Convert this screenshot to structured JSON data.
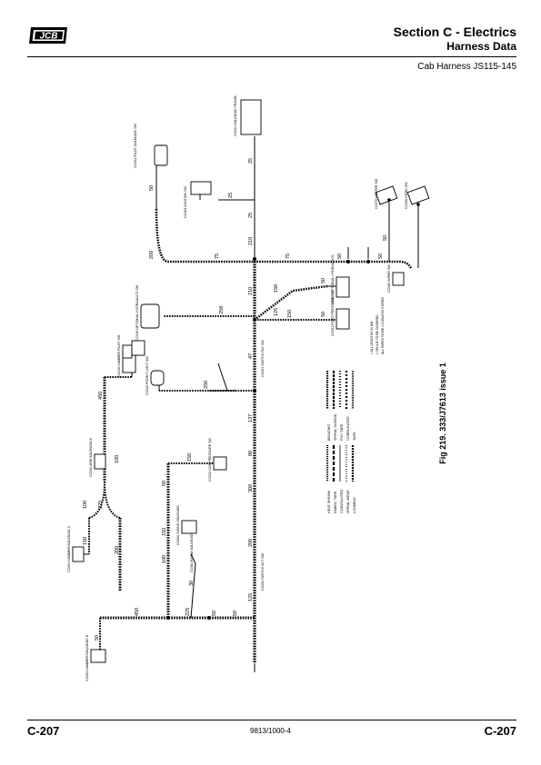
{
  "header": {
    "brand": "JCB",
    "section_title": "Section C - Electrics",
    "section_subtitle": "Harness Data",
    "document_subtitle": "Cab Harness JS115-145"
  },
  "figure": {
    "caption": "Fig 219. 333/J7613 issue 1",
    "labels": {
      "top_horizontal": [
        "200",
        "75",
        "75",
        "50",
        "50"
      ],
      "trunk_segments": [
        "210",
        "210",
        "47",
        "137",
        "80",
        "300",
        "200",
        "125"
      ],
      "branch_lengths": [
        "50",
        "25",
        "25",
        "50",
        "258",
        "150",
        "150",
        "50",
        "50",
        "450",
        "225",
        "100",
        "150",
        "250",
        "100",
        "200",
        "150",
        "50",
        "450",
        "225",
        "50",
        "50",
        "100",
        "50",
        "30",
        "150",
        "125",
        "25"
      ],
      "connectors": [
        "CC002 PILOT SOLENOID SW",
        "CC003 IGNITION SW",
        "CC034 SOLENOID TRAVEL",
        "CC040 OPTIONAL HYDRAULICS SW",
        "CC010 HAMMER PILOT SW",
        "CC020 FRONT LIGHT SW",
        "CC043 OPTIONAL HYDRAULICS",
        "CC051 PILOT PRESSURE SW",
        "CC032 LOW PRESSURE SW",
        "CC060 SWING SOLENOID",
        "CC061 BOOM SOLENOID",
        "CC062 HAMMER/SOLENOID C",
        "CC030 ARM SOLENOID B",
        "CC063 HAMMER/SOLENOID D",
        "CC080 WIPER SW",
        "CC070 HEATER SW",
        "CC090 HORN SW",
        "CC091 SWITCH RLY SW",
        "CC092 SWITCH ACT SW"
      ],
      "legend": [
        "BRAIDING",
        "SPIRAL SLEEVE",
        "PVC TAPE",
        "CORRUGATED",
        "TAPE",
        "HEAT SHRINK",
        "FABRIC TAPE",
        "CONVOLUTED",
        "SPIRAL WRAP",
        "LOOMING"
      ],
      "notes": [
        "1 ALL LENGTHS IN MM",
        "2 SPLICE TO BE COVERED",
        "ALL WIRES TO BE 0.5 UNLESS STATED"
      ]
    }
  }
}
